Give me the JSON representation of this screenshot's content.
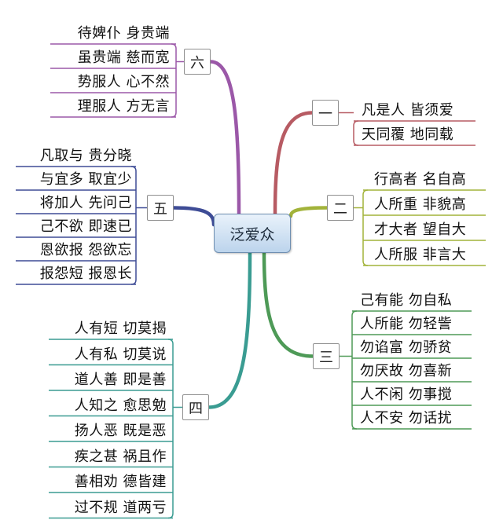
{
  "center": "泛爱众",
  "branches": [
    {
      "id": "b1",
      "label": "一",
      "color": "#b75b63",
      "items": [
        "凡是人 皆须爱",
        "天同覆 地同载"
      ]
    },
    {
      "id": "b2",
      "label": "二",
      "color": "#a2b33a",
      "items": [
        "行高者 名自高",
        "人所重 非貌高",
        "才大者 望自大",
        "人所服 非言大"
      ]
    },
    {
      "id": "b3",
      "label": "三",
      "color": "#4e9a57",
      "items": [
        "己有能 勿自私",
        "人所能 勿轻訾",
        "勿谄富 勿骄贫",
        "勿厌故 勿喜新",
        "人不闲 勿事搅",
        "人不安 勿话扰"
      ]
    },
    {
      "id": "b4",
      "label": "四",
      "color": "#3a9c92",
      "items": [
        "人有短 切莫揭",
        "人有私 切莫说",
        "道人善 即是善",
        "人知之 愈思勉",
        "扬人恶 既是恶",
        "疾之甚 祸且作",
        "善相劝 德皆建",
        "过不规 道两亏"
      ]
    },
    {
      "id": "b5",
      "label": "五",
      "color": "#3e4c96",
      "items": [
        "凡取与 贵分晓",
        "与宜多 取宜少",
        "将加人 先问己",
        "己不欲 即速已",
        "恩欲报 怨欲忘",
        "报怨短 报恩长"
      ]
    },
    {
      "id": "b6",
      "label": "六",
      "color": "#9b58a8",
      "items": [
        "待婢仆 身贵端",
        "虽贵端 慈而宽",
        "势服人 心不然",
        "理服人 方无言"
      ]
    }
  ]
}
